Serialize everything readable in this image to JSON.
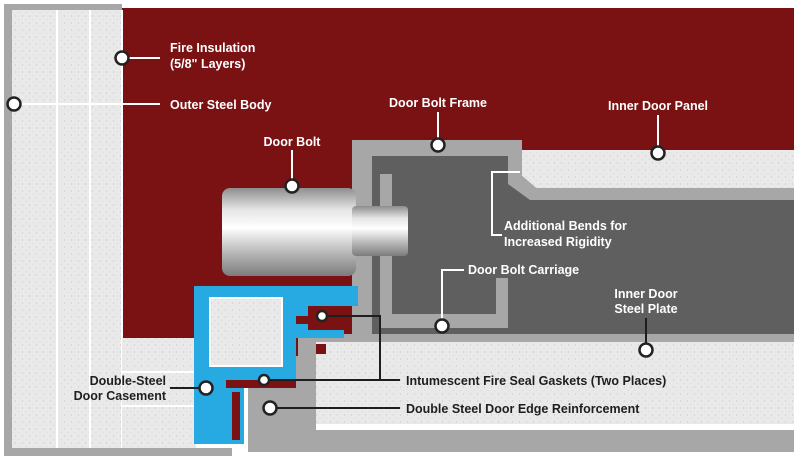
{
  "colors": {
    "background": "#ffffff",
    "door_red": "#7a1214",
    "insulation": "#e9e9e9",
    "steel_gray": "#a7a7a7",
    "dark_steel": "#5f5f5f",
    "casement_blue": "#27a9e1",
    "label_dark": "#1e1e1e",
    "label_light": "#ffffff"
  },
  "labels": {
    "fire_insulation_1": "Fire Insulation",
    "fire_insulation_2": "(5/8\" Layers)",
    "outer_steel_body": "Outer Steel Body",
    "door_bolt_frame": "Door Bolt Frame",
    "inner_door_panel": "Inner Door Panel",
    "door_bolt": "Door Bolt",
    "additional_bends_1": "Additional Bends for",
    "additional_bends_2": "Increased Rigidity",
    "door_bolt_carriage": "Door Bolt Carriage",
    "inner_door_steel_plate_1": "Inner Door",
    "inner_door_steel_plate_2": "Steel Plate",
    "double_steel_casement_1": "Double-Steel",
    "double_steel_casement_2": "Door Casement",
    "intumescent_gaskets": "Intumescent Fire Seal Gaskets (Two Places)",
    "edge_reinforcement": "Double Steel Door Edge Reinforcement"
  }
}
